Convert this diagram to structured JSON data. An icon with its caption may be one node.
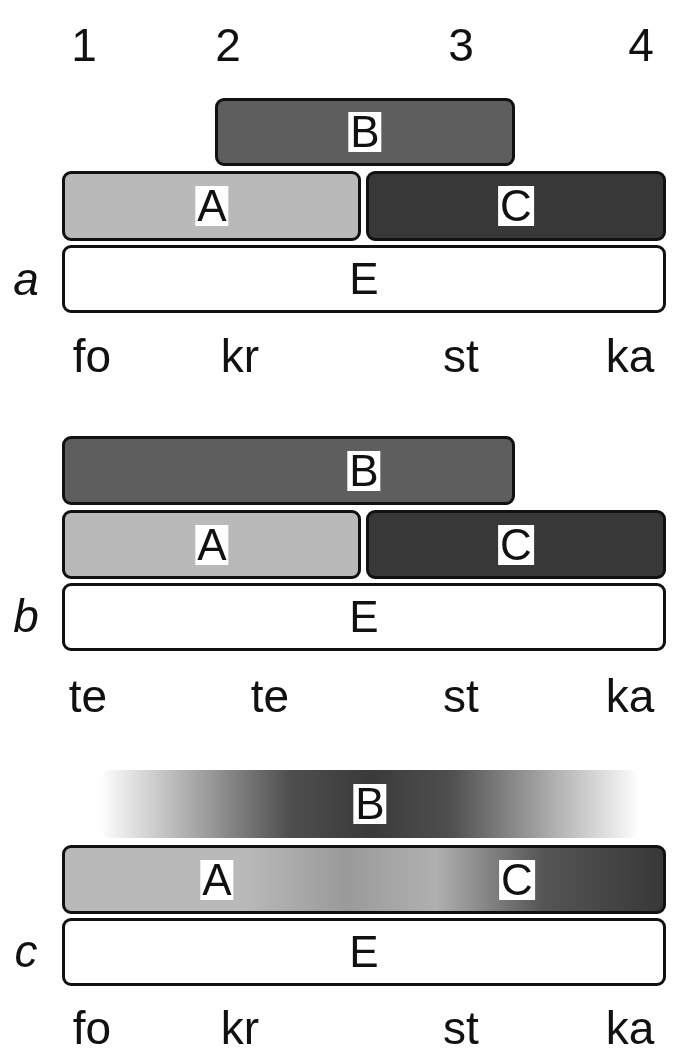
{
  "diagram": {
    "nodes": [
      {
        "text": [
          "B"
        ]
      },
      {
        "text": [
          "A"
        ]
      },
      {
        "text": [
          "C"
        ]
      },
      {
        "text": [
          "E"
        ]
      },
      {
        "text": [
          "B"
        ]
      },
      {
        "text": [
          "A"
        ]
      },
      {
        "text": [
          "C"
        ]
      },
      {
        "text": [
          "E"
        ]
      },
      {
        "text": [
          "B"
        ]
      },
      {
        "text": [
          "A",
          "C"
        ]
      },
      {
        "text": [
          "E"
        ]
      }
    ],
    "labels": [
      "1",
      "2",
      "3",
      "4",
      "a",
      "fo",
      "kr",
      "st",
      "ka",
      "b",
      "te",
      "te",
      "st",
      "ka",
      "c",
      "fo",
      "kr",
      "st",
      "ka"
    ]
  }
}
